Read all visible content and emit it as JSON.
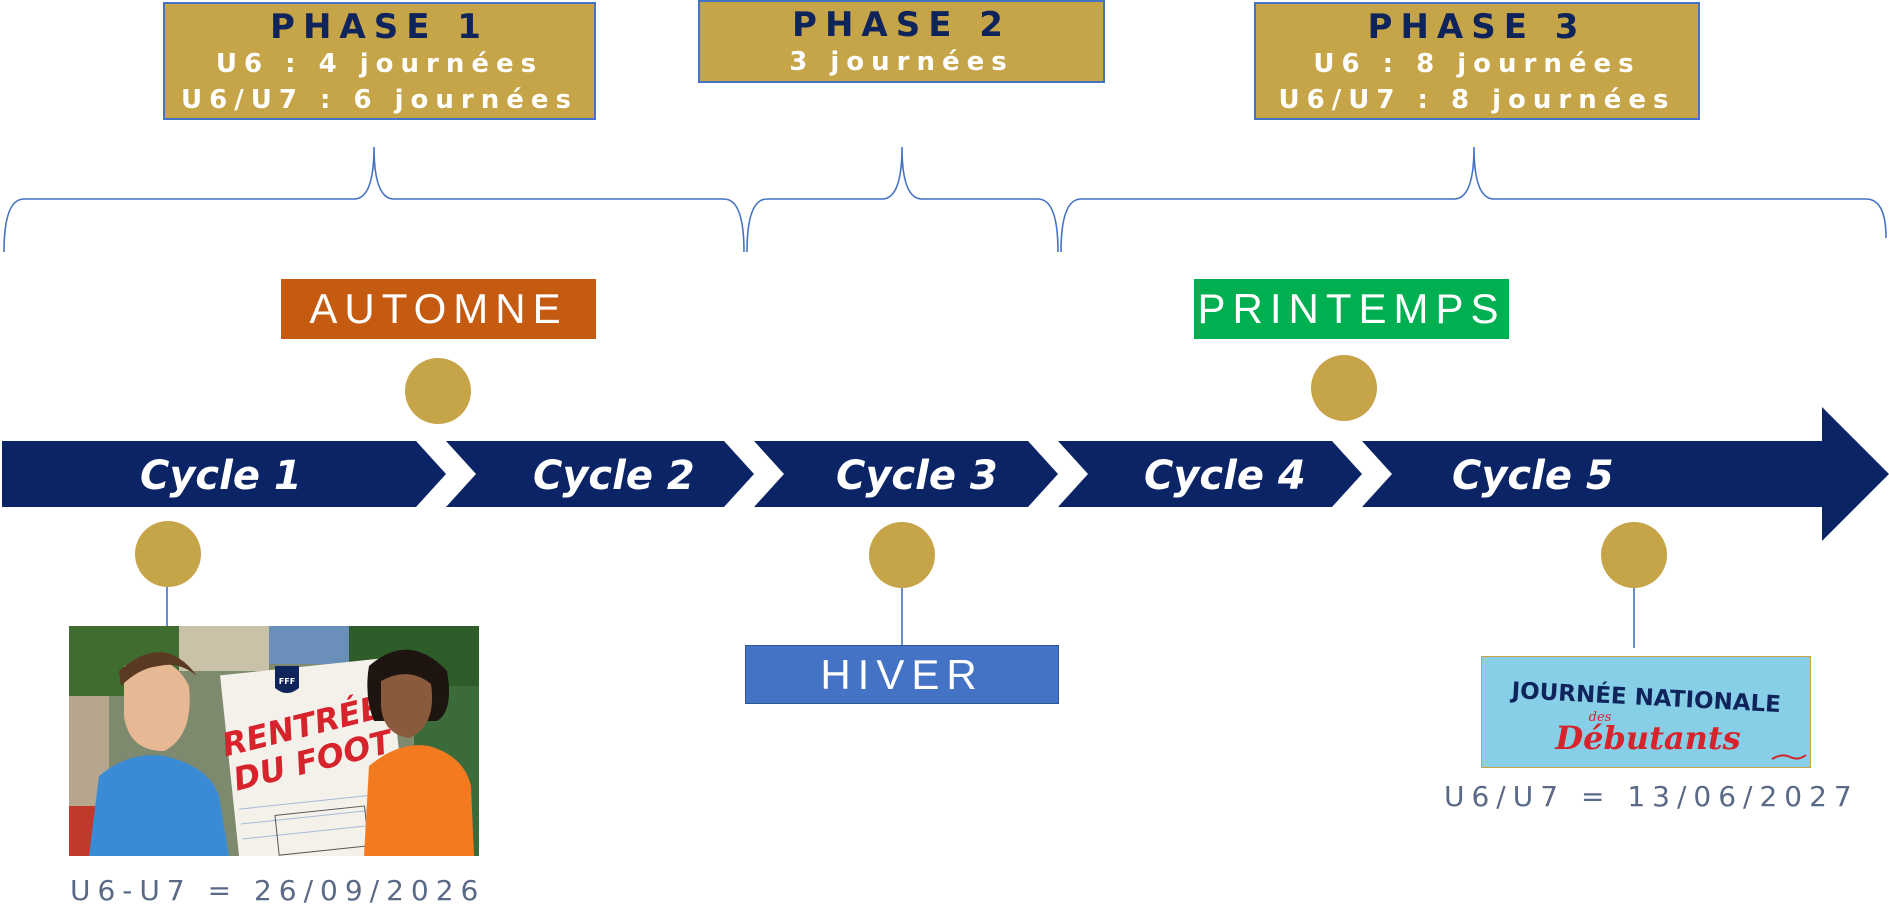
{
  "phases": [
    {
      "title": "PHASE 1",
      "lines": [
        "U6 : 4 journées",
        "U6/U7 : 6 journées"
      ]
    },
    {
      "title": "PHASE 2",
      "lines": [
        "3 journées"
      ]
    },
    {
      "title": "PHASE 3",
      "lines": [
        "U6 : 8 journées",
        "U6/U7 : 8 journées"
      ]
    }
  ],
  "seasons": {
    "autumn": {
      "label": "AUTOMNE",
      "color": "#c55a11"
    },
    "spring": {
      "label": "PRINTEMPS",
      "color": "#00b050"
    },
    "winter": {
      "label": "HIVER",
      "color": "#4472c4"
    }
  },
  "cycles": [
    "Cycle 1",
    "Cycle 2",
    "Cycle 3",
    "Cycle 4",
    "Cycle 5"
  ],
  "events": {
    "rentree": {
      "image_text": [
        "RENTRÉE",
        "DU FOOT"
      ],
      "logo_text": "FFF",
      "caption": "U6-U7 = 26/09/2026"
    },
    "journee": {
      "image_text": [
        "JOURNÉE NATIONALE",
        "des",
        "Débutants"
      ],
      "caption": "U6/U7 = 13/06/2027"
    }
  },
  "colors": {
    "arrow": "#0b2465",
    "gold": "#c6a448",
    "bracket": "#4472c4",
    "phase_title": "#10245c"
  }
}
